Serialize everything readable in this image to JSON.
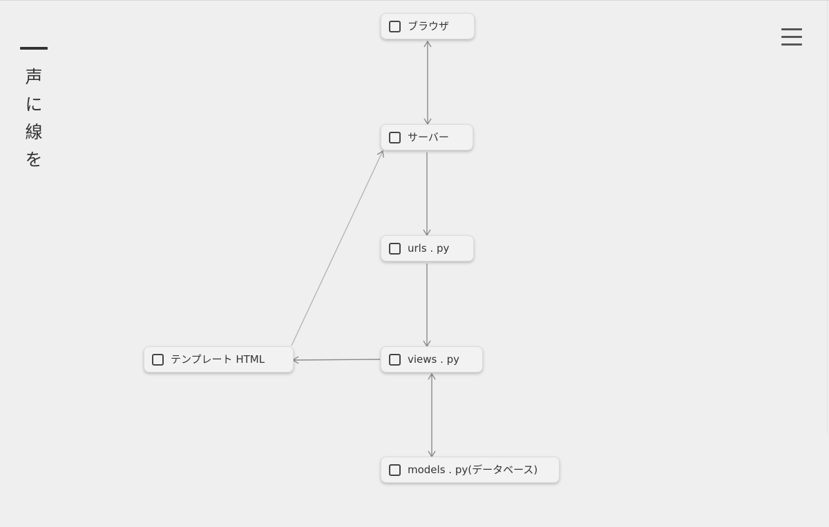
{
  "brand": {
    "title_chars": [
      "声",
      "に",
      "線",
      "を"
    ]
  },
  "menu": {
    "icon": "hamburger-menu-icon"
  },
  "diagram": {
    "nodes": {
      "browser": "ブラウザ",
      "server": "サーバー",
      "urls": "urls . py",
      "views": "views . py",
      "template": "テンプレート HTML",
      "models": "models . py(データベース)"
    },
    "edges": [
      {
        "from": "browser",
        "to": "server",
        "direction": "both"
      },
      {
        "from": "server",
        "to": "urls",
        "direction": "forward"
      },
      {
        "from": "urls",
        "to": "views",
        "direction": "forward"
      },
      {
        "from": "views",
        "to": "template",
        "direction": "forward"
      },
      {
        "from": "template",
        "to": "server",
        "direction": "forward"
      },
      {
        "from": "views",
        "to": "models",
        "direction": "both"
      }
    ]
  },
  "colors": {
    "background": "#efefef",
    "node_fill": "#f2f2f2",
    "edge": "#8a8a8a",
    "text": "#333333"
  }
}
